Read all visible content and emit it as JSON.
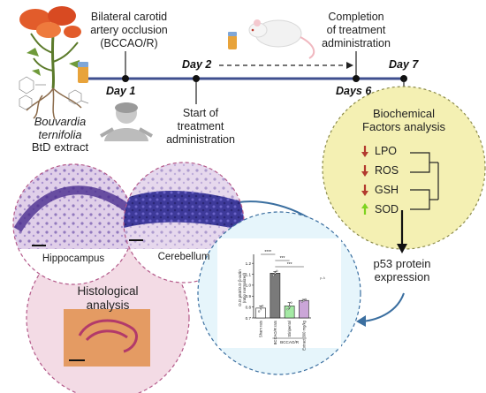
{
  "plant": {
    "name_line1": "Bouvardia",
    "name_line2": "ternifolia",
    "extract": "BtD extract"
  },
  "timeline": {
    "days": [
      {
        "label": "Day 1"
      },
      {
        "label": "Day 2"
      },
      {
        "label": "Days 6"
      },
      {
        "label": "Day 7"
      }
    ],
    "procedure": {
      "line1": "Bilateral carotid",
      "line2": "artery occlusion",
      "line3": "(BCCAO/R)"
    },
    "start": {
      "line1": "Start of",
      "line2": "treatment",
      "line3": "administration"
    },
    "completion": {
      "line1": "Completion",
      "line2": "of treatment",
      "line3": "administration"
    }
  },
  "biochem": {
    "title_line1": "Biochemical",
    "title_line2": "Factors analysis",
    "markers": [
      {
        "name": "LPO",
        "direction": "down",
        "color": "#b23a2e"
      },
      {
        "name": "ROS",
        "direction": "down",
        "color": "#b23a2e"
      },
      {
        "name": "GSH",
        "direction": "down",
        "color": "#b23a2e"
      },
      {
        "name": "SOD",
        "direction": "up",
        "color": "#7ed321"
      }
    ]
  },
  "p53": {
    "line1": "p53 protein",
    "line2": "expression"
  },
  "histology": {
    "hippocampus": "Hippocampus",
    "cerebellum": "Cerebellum",
    "title_line1": "Histological",
    "title_line2": "analysis"
  },
  "chart_data": {
    "type": "bar",
    "ylabel": "O.D p53/O.D β-actin",
    "ylabel2": "(ratio normalized)",
    "yticks": [
      "0.7",
      "0.8",
      "0.9",
      "1.0",
      "1.1",
      "1.2"
    ],
    "ylim": [
      0.7,
      1.25
    ],
    "categories": [
      "Sham rats",
      "BCCAO/R rats",
      "Stiripentol",
      "Extract 300 mg/kg"
    ],
    "values": [
      0.79,
      1.11,
      0.81,
      0.86
    ],
    "errors": [
      0.02,
      0.015,
      0.03,
      0.01
    ],
    "points": [
      [
        0.76,
        0.79,
        0.81
      ],
      [
        1.09,
        1.11,
        1.13
      ],
      [
        0.78,
        0.8,
        0.84
      ],
      [
        0.85,
        0.86,
        0.87
      ]
    ],
    "bar_fills": [
      "#ffffff",
      "#7a7a7a",
      "#a4e9a4",
      "#cba6d8"
    ],
    "significance": [
      {
        "from": 0,
        "to": 1,
        "label": "****"
      },
      {
        "from": 1,
        "to": 2,
        "label": "***"
      },
      {
        "from": 1,
        "to": 3,
        "label": "***"
      }
    ],
    "group_label": "BCCAO/R",
    "corner_note": "p.A"
  }
}
